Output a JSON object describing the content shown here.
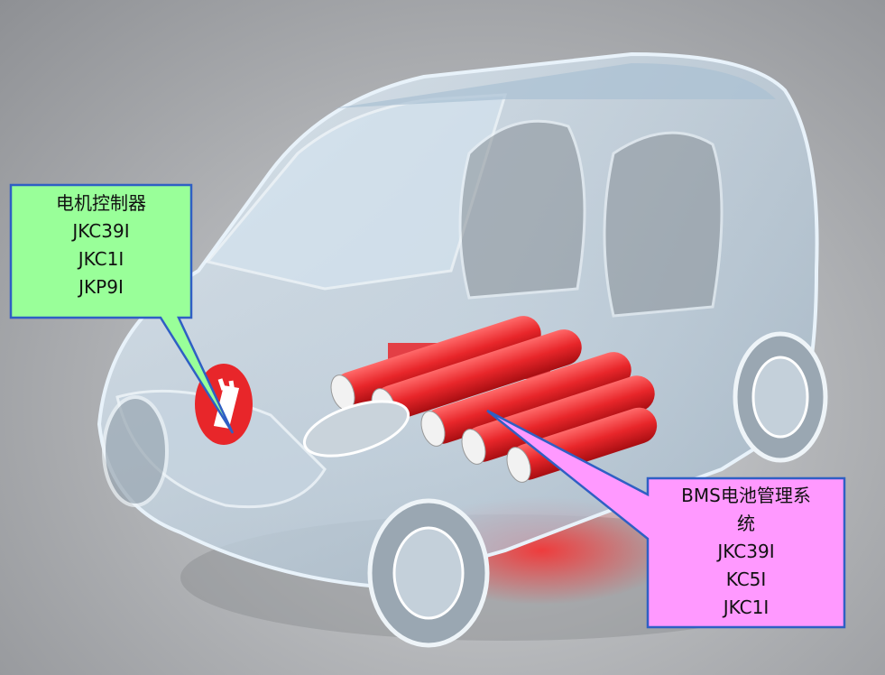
{
  "motor_controller_callout": {
    "title": "电机控制器",
    "models": [
      "JKC39I",
      "JKC1I",
      "JKP9I"
    ],
    "fill_color": "#99ff99",
    "border_color": "#2f5fc4"
  },
  "bms_callout": {
    "title_line1": "BMS电池管理系",
    "title_line2": "统",
    "models": [
      "JKC39I",
      "KC5I",
      "JKC1I"
    ],
    "fill_color": "#ff99ff",
    "border_color": "#2f5fc4"
  },
  "colors": {
    "battery_red": "#e8262a",
    "glass_blue": "#bcd6ea"
  }
}
